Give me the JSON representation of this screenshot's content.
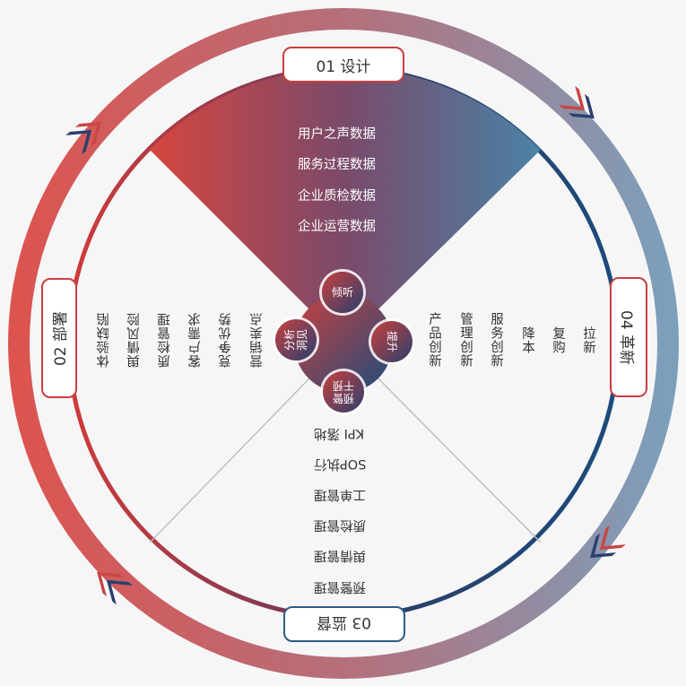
{
  "stages": {
    "top": "01 设计",
    "left": "02 部署",
    "bottom": "03 监督",
    "right": "04 革新"
  },
  "hub": {
    "top": "倾听",
    "left": "分析\n洞见",
    "right": "提升",
    "bottom": "预警\n干预"
  },
  "design_items": [
    "用户之声数据",
    "服务过程数据",
    "企业质检数据",
    "企业运营数据"
  ],
  "deploy_items": [
    "体验缺陷",
    "舆情风险",
    "质检管理",
    "客户需求",
    "竞争优势",
    "营销卖点"
  ],
  "monitor_items": [
    "KPI 落地",
    "SOP执行",
    "工单管理",
    "质检管理",
    "舆情管理",
    "预警管理"
  ],
  "innovate_items": [
    "产品创新",
    "管理创新",
    "服务创新",
    "降本",
    "复购",
    "拉新"
  ],
  "colors": {
    "red": "#d8463f",
    "blue": "#1e4f7d",
    "steel": "#7c9db9"
  }
}
